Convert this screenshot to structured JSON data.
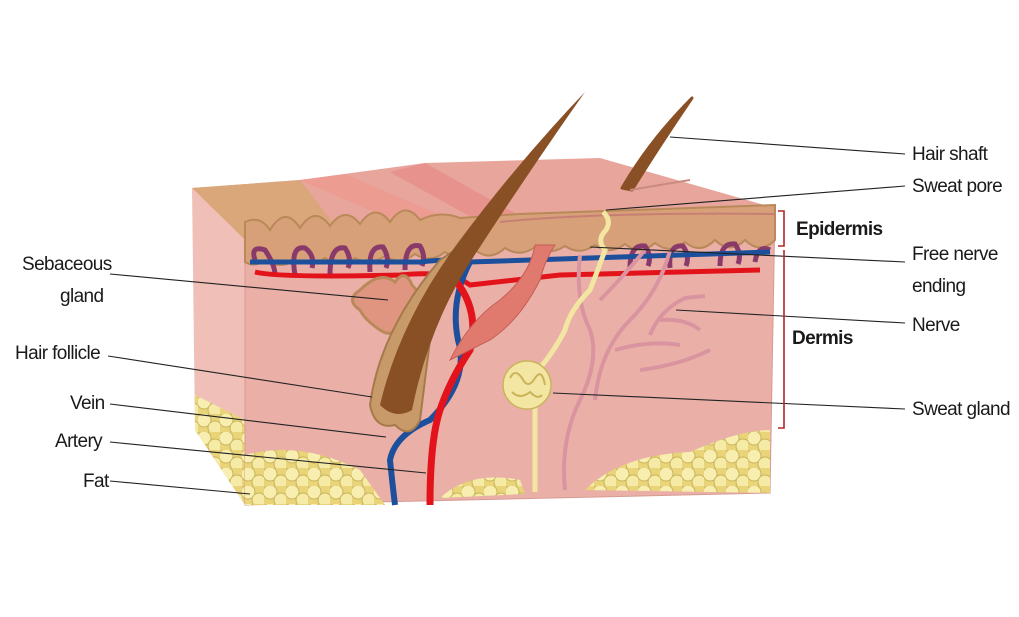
{
  "title": "Skin cross-section",
  "labels": {
    "sebaceous_gland_1": "Sebaceous",
    "sebaceous_gland_2": "gland",
    "hair_follicle": "Hair follicle",
    "vein": "Vein",
    "artery": "Artery",
    "fat": "Fat",
    "hair_shaft": "Hair shaft",
    "sweat_pore": "Sweat pore",
    "epidermis": "Epidermis",
    "free_nerve_ending_1": "Free nerve",
    "free_nerve_ending_2": "ending",
    "nerve": "Nerve",
    "dermis": "Dermis",
    "sweat_gland": "Sweat gland"
  },
  "colors": {
    "dermis": "#eab0a8",
    "epidermis": "#c89a6a",
    "artery": "#e3131b",
    "vein": "#1c4f9c",
    "fat": "#f5e9a0",
    "hair": "#8a5025",
    "nerve": "#d994a0",
    "sweat_gland": "#f3e6a2",
    "bracket": "#b3262a"
  }
}
